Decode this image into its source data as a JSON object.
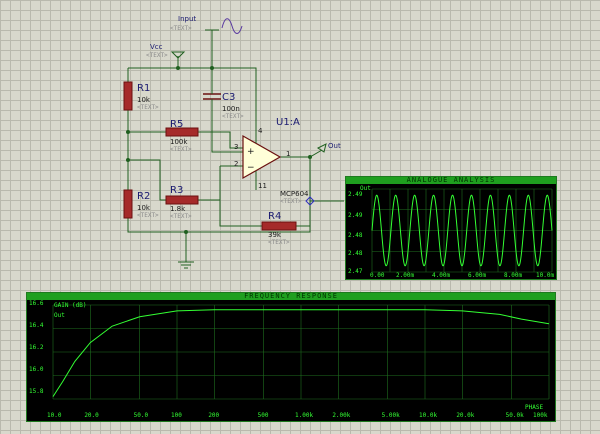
{
  "schematic": {
    "input_label": "Input",
    "vcc_label": "Vcc",
    "out_label": "Out",
    "text_placeholder": "<TEXT>",
    "components": {
      "r1": {
        "name": "R1",
        "value": "10k"
      },
      "r2": {
        "name": "R2",
        "value": "10k"
      },
      "r3": {
        "name": "R3",
        "value": "1.8k"
      },
      "r4": {
        "name": "R4",
        "value": "39k"
      },
      "r5": {
        "name": "R5",
        "value": "100k"
      },
      "c3": {
        "name": "C3",
        "value": "100n"
      },
      "u1": {
        "name": "U1:A",
        "part": "MCP604"
      }
    },
    "pins": {
      "p1": "1",
      "p2": "2",
      "p3": "3",
      "p4": "4",
      "p11": "11"
    }
  },
  "analogue": {
    "title": "ANALOGUE ANALYSIS",
    "trace_label": "Out",
    "y_ticks": [
      "2.49",
      "2.49",
      "2.48",
      "2.48",
      "2.47"
    ],
    "x_ticks": [
      "0.00",
      "2.00m",
      "4.00m",
      "6.00m",
      "8.00m",
      "10.0m"
    ]
  },
  "frequency": {
    "title": "FREQUENCY RESPONSE",
    "axis_label": "GAIN (dB)",
    "trace_label": "Out",
    "phase_label": "PHASE",
    "y_ticks": [
      "16.6",
      "16.4",
      "16.2",
      "16.0",
      "15.8"
    ],
    "x_ticks": [
      "10.0",
      "20.0",
      "50.0",
      "100",
      "200",
      "500",
      "1.00k",
      "2.00k",
      "5.00k",
      "10.0k",
      "20.0k",
      "50.0k",
      "100k"
    ]
  },
  "colors": {
    "trace": "#33ff33",
    "wire": "#1f5f1f",
    "component": "#8b1a1a",
    "panel_title": "#1f9f1f"
  },
  "chart_data": [
    {
      "type": "line",
      "title": "ANALOGUE ANALYSIS",
      "xlabel": "",
      "ylabel": "",
      "x_ticks": [
        "0.00",
        "2.00m",
        "4.00m",
        "6.00m",
        "8.00m",
        "10.0m"
      ],
      "y_ticks": [
        "2.49",
        "2.49",
        "2.48",
        "2.48",
        "2.47"
      ],
      "xlim": [
        0,
        0.01
      ],
      "ylim": [
        2.47,
        2.49
      ],
      "series": [
        {
          "name": "Out",
          "shape": "sine",
          "cycles": 9.5,
          "center": 2.48,
          "amplitude": 0.0085
        }
      ],
      "grid": true
    },
    {
      "type": "line",
      "title": "FREQUENCY RESPONSE",
      "xlabel": "",
      "ylabel": "GAIN (dB)",
      "x_scale": "log",
      "xlim": [
        10,
        100000
      ],
      "ylim": [
        15.8,
        16.6
      ],
      "x": [
        10,
        12,
        15,
        20,
        30,
        50,
        100,
        200,
        500,
        1000,
        5000,
        10000,
        20000,
        40000,
        60000,
        100000
      ],
      "series": [
        {
          "name": "Out",
          "values": [
            15.82,
            15.95,
            16.12,
            16.28,
            16.42,
            16.5,
            16.55,
            16.56,
            16.56,
            16.56,
            16.56,
            16.56,
            16.55,
            16.52,
            16.48,
            16.44
          ]
        }
      ],
      "grid": true
    }
  ]
}
